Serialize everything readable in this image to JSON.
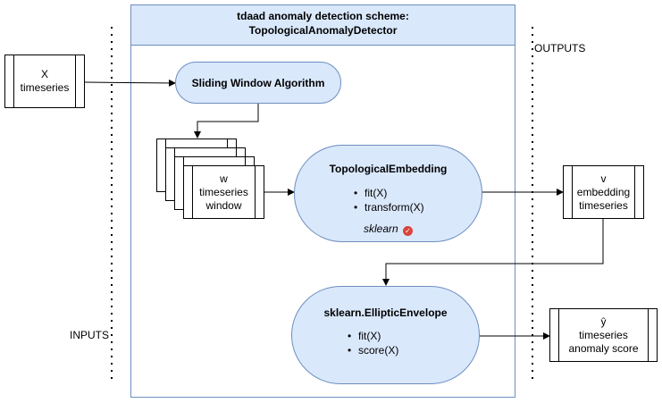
{
  "frame": {
    "title_line1": "tdaad anomaly detection scheme:",
    "title_line2": "TopologicalAnomalyDetector"
  },
  "labels": {
    "outputs": "OUTPUTS",
    "inputs": "INPUTS"
  },
  "input_x": {
    "line1": "X",
    "line2": "timeseries"
  },
  "sliding_window": {
    "title": "Sliding Window Algorithm"
  },
  "window_stack": {
    "line1": "w",
    "line2": "timeseries",
    "line3": "window"
  },
  "embedding": {
    "title": "TopologicalEmbedding",
    "methods": [
      "fit(X)",
      "transform(X)"
    ],
    "badge": "sklearn"
  },
  "output_v": {
    "line1": "v",
    "line2": "embedding",
    "line3": "timeseries"
  },
  "elliptic": {
    "title": "sklearn.EllipticEnvelope",
    "methods": [
      "fit(X)",
      "score(X)"
    ]
  },
  "output_y": {
    "line1": "ŷ",
    "line2": "timeseries",
    "line3": "anomaly score"
  },
  "colors": {
    "fill_blue": "#dae8fc",
    "stroke_blue": "#6c8ebf",
    "badge_red": "#d9453b"
  }
}
